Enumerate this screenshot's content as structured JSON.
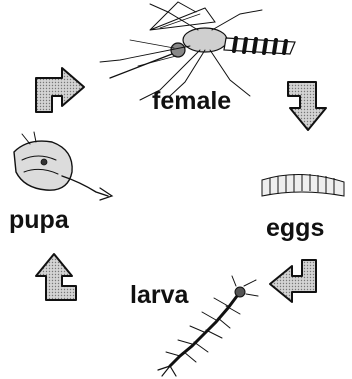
{
  "diagram": {
    "stages": {
      "female": "female",
      "eggs": "eggs",
      "larva": "larva",
      "pupa": "pupa"
    },
    "colors": {
      "ink": "#111111",
      "arrow_fill": "#b8b8b8",
      "background": "#ffffff"
    },
    "icons": [
      "mosquito-icon",
      "egg-raft-icon",
      "larva-icon",
      "pupa-icon",
      "cycle-arrow-icon"
    ]
  }
}
